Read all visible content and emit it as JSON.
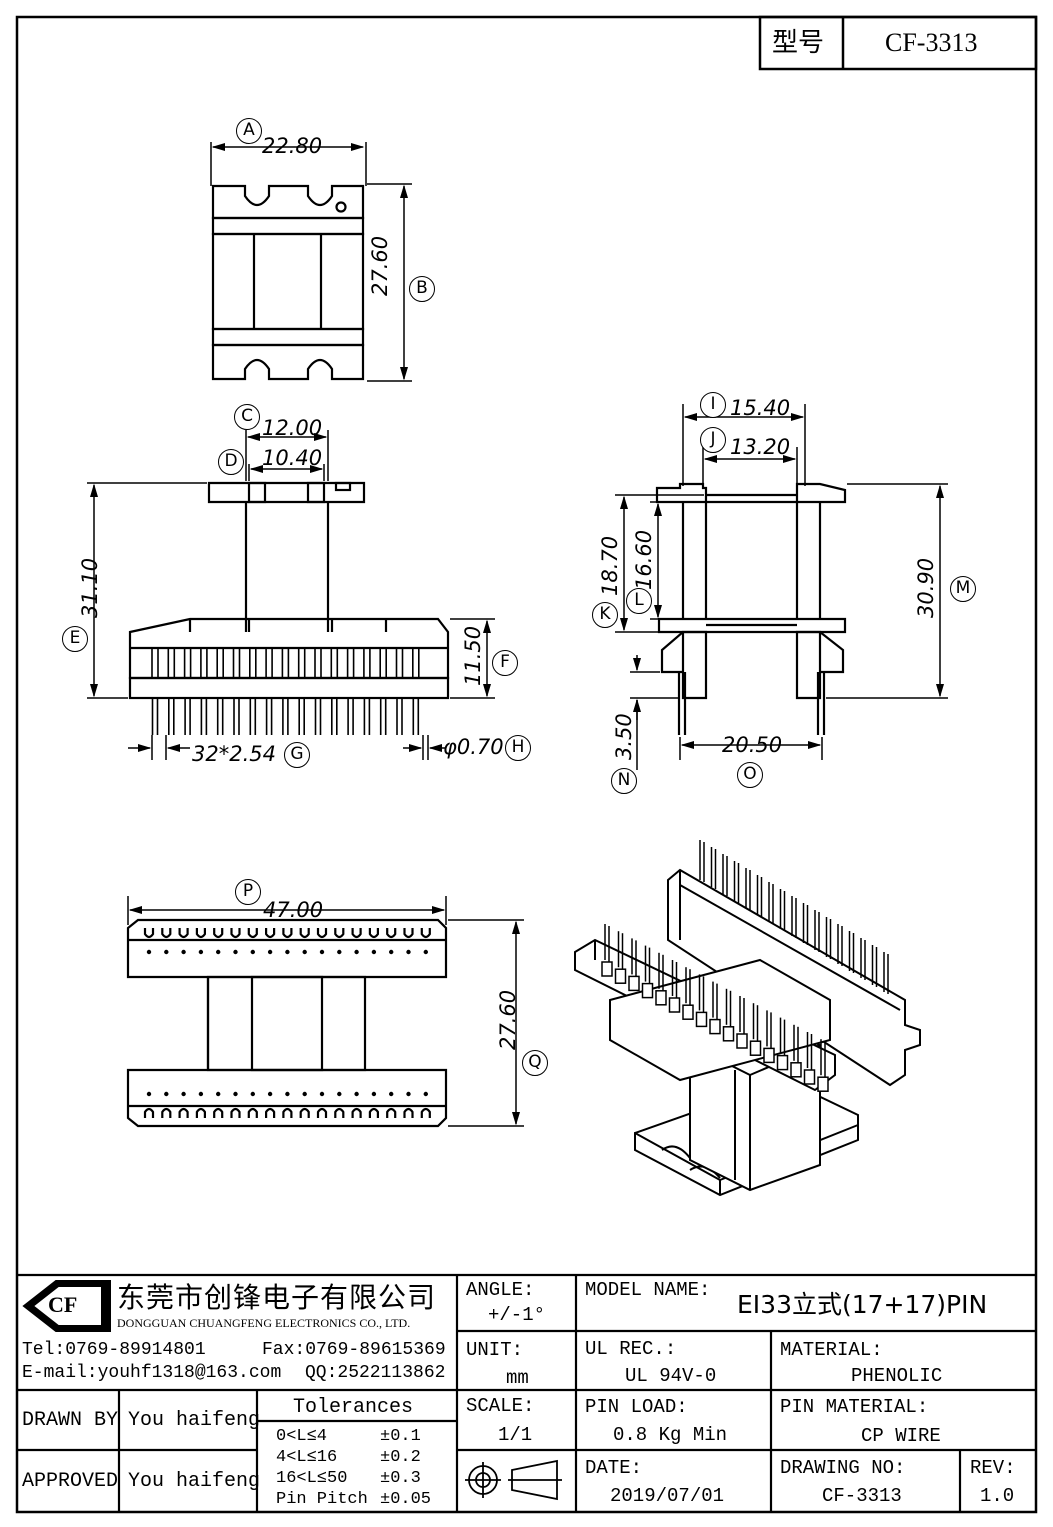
{
  "header": {
    "type_label": "型号",
    "model_code": "CF-3313"
  },
  "dimensions": {
    "A": {
      "value": "22.80"
    },
    "B": {
      "value": "27.60"
    },
    "C": {
      "value": "12.00"
    },
    "D": {
      "value": "10.40"
    },
    "E": {
      "value": "31.10"
    },
    "F": {
      "value": "11.50"
    },
    "G": {
      "value": "32*2.54"
    },
    "H": {
      "value": "φ0.70"
    },
    "I": {
      "value": "15.40"
    },
    "J": {
      "value": "13.20"
    },
    "K": {
      "value": "18.70"
    },
    "L": {
      "value": "16.60"
    },
    "M": {
      "value": "30.90"
    },
    "N": {
      "value": "3.50"
    },
    "O": {
      "value": "20.50"
    },
    "P": {
      "value": "47.00"
    },
    "Q": {
      "value": "27.60"
    }
  },
  "letters": [
    "A",
    "B",
    "C",
    "D",
    "E",
    "F",
    "G",
    "H",
    "I",
    "J",
    "K",
    "L",
    "M",
    "N",
    "O",
    "P",
    "Q"
  ],
  "company": {
    "logo": "CF",
    "name_cn": "东莞市创锋电子有限公司",
    "name_en": "DONGGUAN CHUANGFENG ELECTRONICS CO., LTD.",
    "tel": "Tel:0769-89914801",
    "fax": "Fax:0769-89615369",
    "email": "E-mail:youhf1318@163.com",
    "qq": "QQ:2522113862"
  },
  "title_block": {
    "drawn_by_label": "DRAWN BY",
    "drawn_by": "You haifeng",
    "approved_label": "APPROVED",
    "approved_by": "You haifeng",
    "tolerances_label": "Tolerances",
    "tolerances": [
      {
        "range": "0<L≤4",
        "tol": "±0.1"
      },
      {
        "range": "4<L≤16",
        "tol": "±0.2"
      },
      {
        "range": "16<L≤50",
        "tol": "±0.3"
      },
      {
        "range": "Pin Pitch",
        "tol": "±0.05"
      }
    ],
    "angle_label": "ANGLE:",
    "angle_value": "+/-1°",
    "unit_label": "UNIT:",
    "unit_value": "mm",
    "scale_label": "SCALE:",
    "scale_value": "1/1",
    "model_name_label": "MODEL NAME:",
    "model_name": "EI33立式(17+17)PIN",
    "ul_rec_label": "UL REC.:",
    "ul_rec": "UL 94V-0",
    "material_label": "MATERIAL:",
    "material": "PHENOLIC",
    "pin_load_label": "PIN LOAD:",
    "pin_load": "0.8 Kg Min",
    "pin_material_label": "PIN MATERIAL:",
    "pin_material": "CP WIRE",
    "date_label": "DATE:",
    "date": "2019/07/01",
    "drawing_no_label": "DRAWING NO:",
    "drawing_no": "CF-3313",
    "rev_label": "REV:",
    "rev": "1.0"
  }
}
